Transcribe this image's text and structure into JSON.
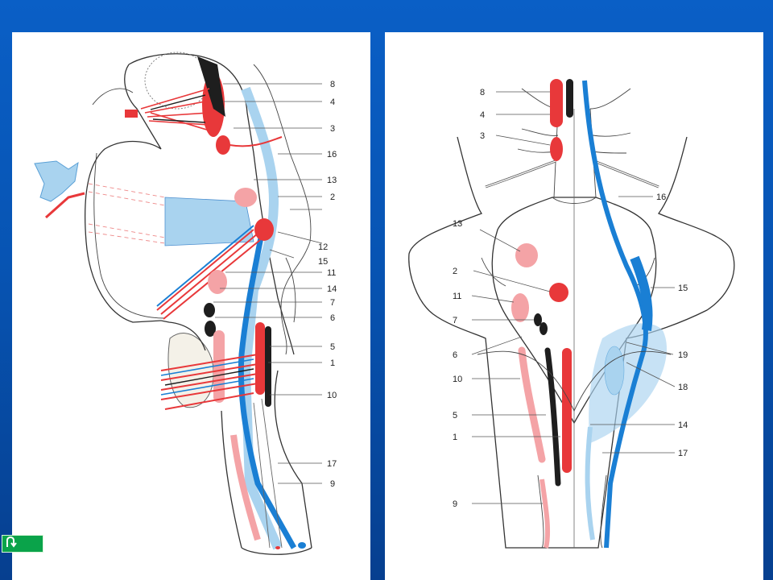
{
  "left_labels": {
    "l8": "8",
    "l4": "4",
    "l3": "3",
    "l16": "16",
    "l13": "13",
    "l2": "2",
    "l12": "12",
    "l15": "15",
    "l11": "11",
    "l14": "14",
    "l7": "7",
    "l6": "6",
    "l5": "5",
    "l1": "1",
    "l10": "10",
    "l17": "17",
    "l9": "9"
  },
  "right_labels": {
    "r8": "8",
    "r4": "4",
    "r3": "3",
    "r16": "16",
    "r13": "13",
    "r2": "2",
    "r11": "11",
    "r7": "7",
    "r6": "6",
    "r10": "10",
    "r5": "5",
    "r1": "1",
    "r9": "9",
    "r15": "15",
    "r19": "19",
    "r18": "18",
    "r14": "14",
    "r17": "17"
  },
  "colors": {
    "motor_red": "#e8383a",
    "sensory_pink": "#f4a3a6",
    "blue_tract": "#1a7fd4",
    "light_blue": "#a9d3ef",
    "black_nucleus": "#1e1e1e",
    "background": "#0754b3",
    "back_button": "#0aa34a"
  },
  "nav": {
    "back_icon": "u-turn-icon"
  }
}
